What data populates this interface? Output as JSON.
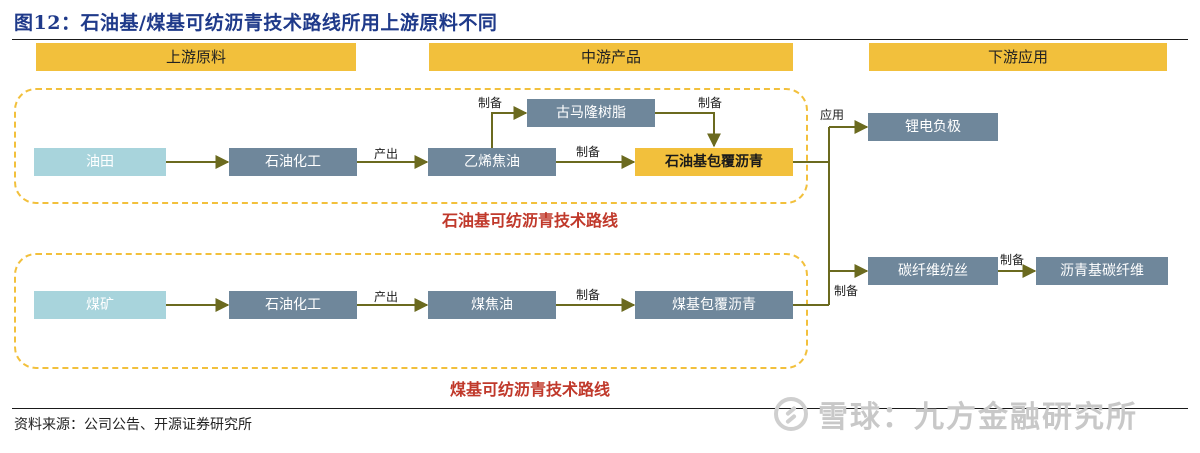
{
  "title": "图12：石油基/煤基可纺沥青技术路线所用上游原料不同",
  "headers": {
    "upstream": "上游原料",
    "midstream": "中游产品",
    "downstream": "下游应用"
  },
  "nodes": {
    "oilfield": "油田",
    "petrochem_1": "石油化工",
    "ethylene_tar": "乙烯焦油",
    "coumarone_resin": "古马隆树脂",
    "petro_coated_pitch": "石油基包覆沥青",
    "coal_mine": "煤矿",
    "petrochem_2": "石油化工",
    "coal_tar": "煤焦油",
    "coal_coated_pitch": "煤基包覆沥青",
    "li_anode": "锂电负极",
    "cf_spinning": "碳纤维纺丝",
    "pitch_carbon_fiber": "沥青基碳纤维"
  },
  "edge_labels": {
    "produce_1": "产出",
    "prepare_1": "制备",
    "prepare_2": "制备",
    "prepare_3": "制备",
    "apply": "应用",
    "produce_2": "产出",
    "prepare_4": "制备",
    "prepare_5": "制备",
    "prepare_6": "制备"
  },
  "routes": {
    "petroleum": "石油基可纺沥青技术路线",
    "coal": "煤基可纺沥青技术路线"
  },
  "source": "资料来源：公司公告、开源证券研究所",
  "watermark": "雪球：九方金融研究所",
  "colors": {
    "gold": "#f2c03c",
    "node_gray": "#6f879b",
    "node_light": "#a8d4dc",
    "arrow": "#6b6a1f",
    "route_label_red": "#c0392b",
    "title_blue": "#1f3a8a"
  }
}
